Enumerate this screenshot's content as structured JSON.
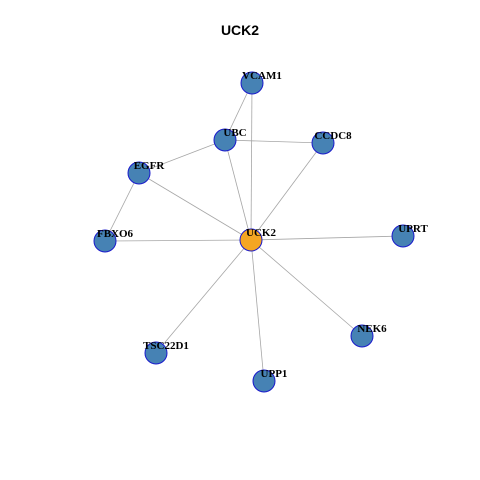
{
  "title": "UCK2",
  "colors": {
    "hub": "#F5A623",
    "node": "#4682B4",
    "edge": "#A6A6A6",
    "node_border": "#1A1ACC"
  },
  "nodes": [
    {
      "id": "UCK2",
      "label": "UCK2",
      "hub": true
    },
    {
      "id": "VCAM1",
      "label": "VCAM1"
    },
    {
      "id": "UBC",
      "label": "UBC"
    },
    {
      "id": "CCDC8",
      "label": "CCDC8"
    },
    {
      "id": "EGFR",
      "label": "EGFR"
    },
    {
      "id": "FBXO6",
      "label": "FBXO6"
    },
    {
      "id": "UPRT",
      "label": "UPRT"
    },
    {
      "id": "NEK6",
      "label": "NEK6"
    },
    {
      "id": "TSC22D1",
      "label": "TSC22D1"
    },
    {
      "id": "UPP1",
      "label": "UPP1"
    }
  ],
  "edges": [
    [
      "UCK2",
      "VCAM1"
    ],
    [
      "UCK2",
      "UBC"
    ],
    [
      "UCK2",
      "CCDC8"
    ],
    [
      "UCK2",
      "EGFR"
    ],
    [
      "UCK2",
      "FBXO6"
    ],
    [
      "UCK2",
      "UPRT"
    ],
    [
      "UCK2",
      "NEK6"
    ],
    [
      "UCK2",
      "TSC22D1"
    ],
    [
      "UCK2",
      "UPP1"
    ],
    [
      "VCAM1",
      "UBC"
    ],
    [
      "UBC",
      "CCDC8"
    ],
    [
      "UBC",
      "EGFR"
    ],
    [
      "EGFR",
      "FBXO6"
    ]
  ]
}
